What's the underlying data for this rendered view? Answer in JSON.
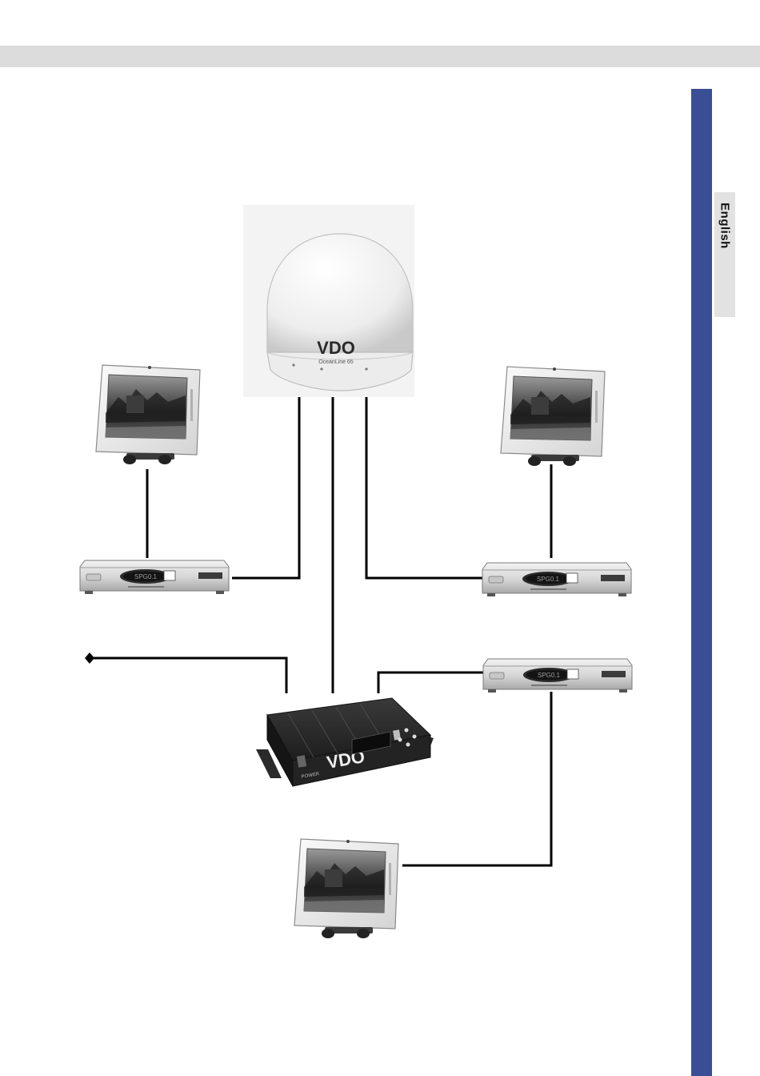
{
  "side_tab": {
    "language": "English"
  },
  "antenna": {
    "brand": "VDO",
    "model": "OceanLine 65"
  },
  "control_unit": {
    "brand": "VDO",
    "power_label": "POWER"
  },
  "receiver": {
    "display": "SPG0.1"
  },
  "colors": {
    "accent_bar": "#3a4e96",
    "header_band": "#dcdcdc",
    "tab": "#e2e2e2",
    "cable": "#000000"
  }
}
